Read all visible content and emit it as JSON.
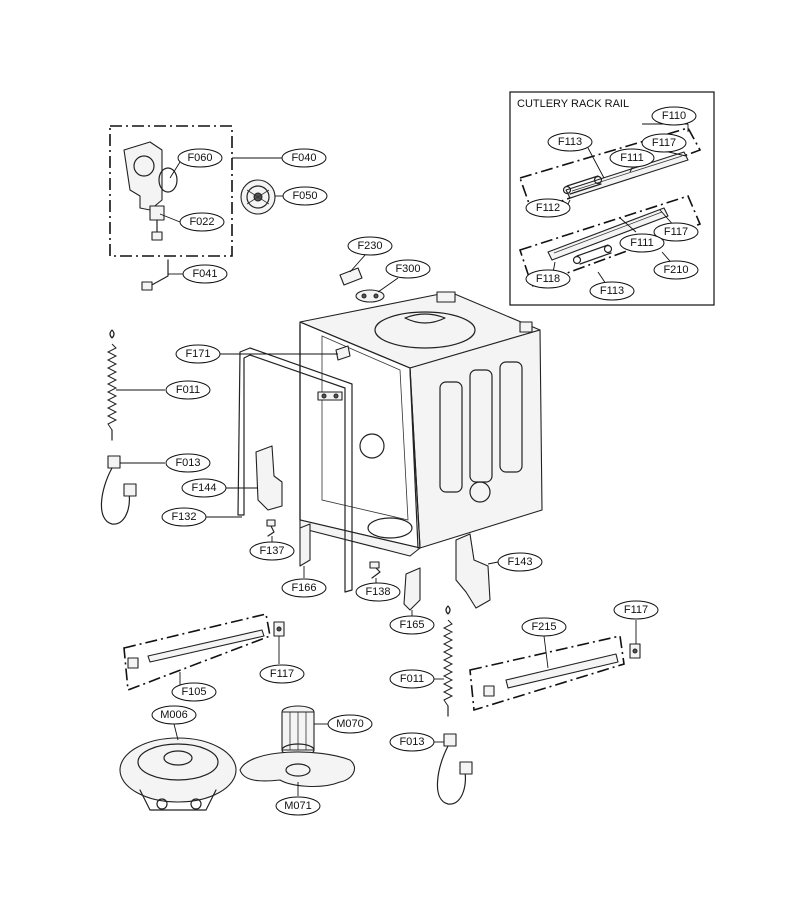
{
  "inset": {
    "title": "CUTLERY RACK RAIL"
  },
  "callouts": [
    {
      "id": "F040",
      "label": "F040"
    },
    {
      "id": "F060",
      "label": "F060"
    },
    {
      "id": "F022",
      "label": "F022"
    },
    {
      "id": "F050",
      "label": "F050"
    },
    {
      "id": "F041",
      "label": "F041"
    },
    {
      "id": "F230",
      "label": "F230"
    },
    {
      "id": "F300",
      "label": "F300"
    },
    {
      "id": "F171",
      "label": "F171"
    },
    {
      "id": "F011a",
      "label": "F011"
    },
    {
      "id": "F013a",
      "label": "F013"
    },
    {
      "id": "F144",
      "label": "F144"
    },
    {
      "id": "F132",
      "label": "F132"
    },
    {
      "id": "F137",
      "label": "F137"
    },
    {
      "id": "F166",
      "label": "F166"
    },
    {
      "id": "F138",
      "label": "F138"
    },
    {
      "id": "F165",
      "label": "F165"
    },
    {
      "id": "F143",
      "label": "F143"
    },
    {
      "id": "F110",
      "label": "F110"
    },
    {
      "id": "F113a",
      "label": "F113"
    },
    {
      "id": "F117a",
      "label": "F117"
    },
    {
      "id": "F111a",
      "label": "F111"
    },
    {
      "id": "F112",
      "label": "F112"
    },
    {
      "id": "F117b",
      "label": "F117"
    },
    {
      "id": "F111b",
      "label": "F111"
    },
    {
      "id": "F118",
      "label": "F118"
    },
    {
      "id": "F210",
      "label": "F210"
    },
    {
      "id": "F113b",
      "label": "F113"
    },
    {
      "id": "F105",
      "label": "F105"
    },
    {
      "id": "F117c",
      "label": "F117"
    },
    {
      "id": "M006",
      "label": "M006"
    },
    {
      "id": "M070",
      "label": "M070"
    },
    {
      "id": "M071",
      "label": "M071"
    },
    {
      "id": "F011b",
      "label": "F011"
    },
    {
      "id": "F013b",
      "label": "F013"
    },
    {
      "id": "F215",
      "label": "F215"
    },
    {
      "id": "F117d",
      "label": "F117"
    }
  ]
}
